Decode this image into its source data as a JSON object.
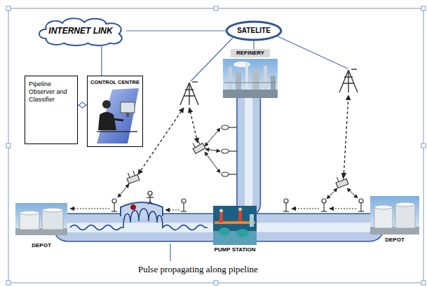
{
  "diagram": {
    "nodes": [
      {
        "text": [
          "INTERNET LINK"
        ]
      },
      {
        "text": [
          "SATELITE"
        ]
      },
      {
        "text": [
          "Pipeline Observer and Classifier"
        ]
      },
      {
        "text": [
          "CONTROL CENTRE"
        ]
      },
      {
        "text": [
          "REFINERY"
        ]
      },
      {
        "text": [
          "DEPOT"
        ]
      },
      {
        "text": [
          "PUMP STATION"
        ]
      },
      {
        "text": [
          "DEPOT"
        ]
      }
    ],
    "edges": [
      {
        "from": 0,
        "to": 1,
        "arrow": "none"
      },
      {
        "from": 0,
        "to": 3,
        "arrow": "none"
      },
      {
        "from": 2,
        "to": 3,
        "arrow": "none"
      },
      {
        "from": 1,
        "to": 4,
        "arrow": "none"
      },
      {
        "from": 4,
        "to": 6,
        "arrow": "none"
      },
      {
        "from": 5,
        "to": 6,
        "arrow": "none"
      },
      {
        "from": 6,
        "to": 7,
        "arrow": "none"
      }
    ],
    "labels": [
      "Pulse propagating along pipeline"
    ]
  }
}
